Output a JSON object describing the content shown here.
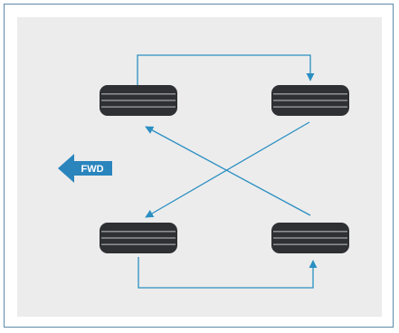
{
  "diagram": {
    "direction_label": "FWD",
    "colors": {
      "arrow_line": "#2b8fc2",
      "fwd_arrow": "#2a85bd",
      "tire_body": "#2e3033",
      "tire_groove": "#8a8d90",
      "panel_background": "#ececec",
      "frame_border": "#5b8aa8"
    },
    "tires": [
      "front-left",
      "front-right",
      "rear-left",
      "rear-right"
    ],
    "rotation_pattern": "x-cross"
  }
}
